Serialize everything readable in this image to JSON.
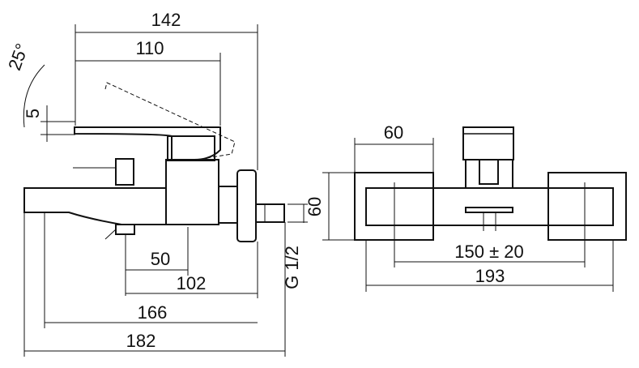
{
  "diagram": {
    "side_view": {
      "width_overall": "142",
      "lever_reach": "110",
      "lever_angle": "25°",
      "lever_gap": "5",
      "outlet_to_spout": "50",
      "outlet_to_wall": "102",
      "depth_166": "166",
      "depth_182": "182",
      "thread": "G 1/2"
    },
    "front_view": {
      "handle_width": "60",
      "body_height": "60",
      "center_distance": "150 ± 20",
      "overall_width": "193"
    }
  }
}
